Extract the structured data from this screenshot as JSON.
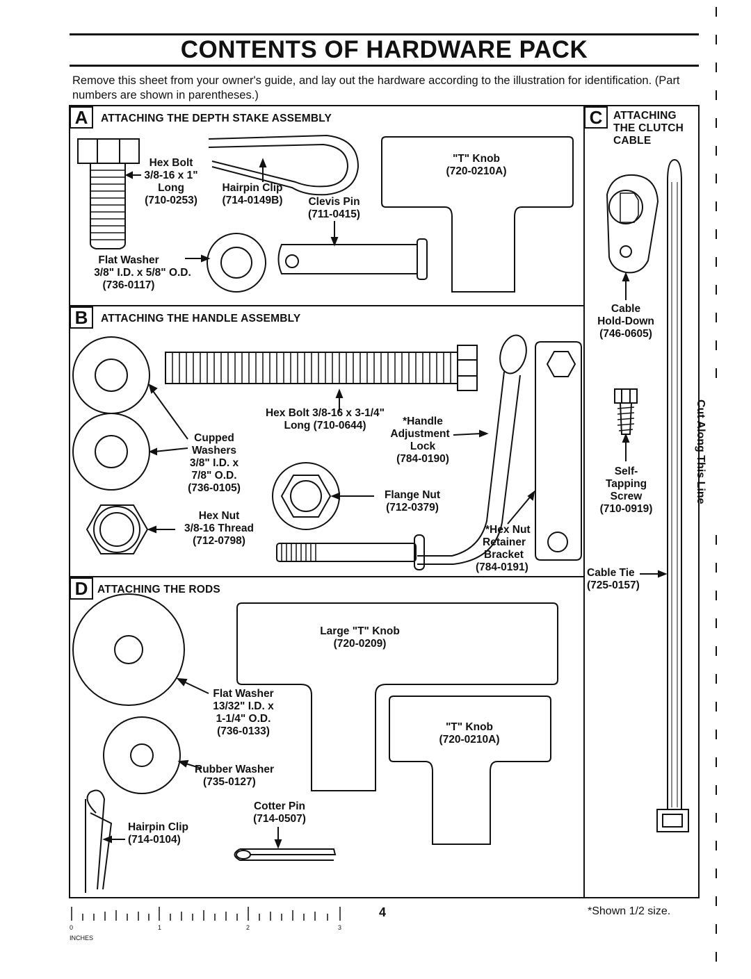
{
  "title": "CONTENTS OF HARDWARE PACK",
  "intro": "Remove this sheet from your owner's guide, and lay out the hardware according to the illustration for identification. (Part numbers are shown in parentheses.)",
  "sections": {
    "a": {
      "letter": "A",
      "heading": "ATTACHING THE DEPTH STAKE ASSEMBLY"
    },
    "b": {
      "letter": "B",
      "heading": "ATTACHING THE HANDLE ASSEMBLY"
    },
    "c": {
      "letter": "C",
      "heading_1": "ATTACHING",
      "heading_2": "THE CLUTCH",
      "heading_3": "CABLE"
    },
    "d": {
      "letter": "D",
      "heading": "ATTACHING THE RODS"
    }
  },
  "parts_a": {
    "hex_bolt": [
      "Hex Bolt",
      "3/8-16 x 1\"",
      "Long",
      "(710-0253)"
    ],
    "hairpin_clip": [
      "Hairpin Clip",
      "(714-0149B)"
    ],
    "clevis_pin": [
      "Clevis Pin",
      "(711-0415)"
    ],
    "t_knob": [
      "\"T\" Knob",
      "(720-0210A)"
    ],
    "flat_washer": [
      "Flat Washer",
      "3/8\" I.D. x 5/8\" O.D.",
      "(736-0117)"
    ]
  },
  "parts_b": {
    "hex_bolt": [
      "Hex Bolt 3/8-16 x 3-1/4\"",
      "Long (710-0644)"
    ],
    "handle_lock": [
      "*Handle",
      "Adjustment",
      "Lock",
      "(784-0190)"
    ],
    "cupped_washers": [
      "Cupped",
      "Washers",
      "3/8\" I.D. x",
      "7/8\" O.D.",
      "(736-0105)"
    ],
    "flange_nut": [
      "Flange Nut",
      "(712-0379)"
    ],
    "hex_nut": [
      "Hex Nut",
      "3/8-16 Thread",
      "(712-0798)"
    ],
    "retainer_bracket": [
      "*Hex Nut",
      "Retainer",
      "Bracket",
      "(784-0191)"
    ]
  },
  "parts_c": {
    "cable_holddown": [
      "Cable",
      "Hold-Down",
      "(746-0605)"
    ],
    "self_tapping_screw": [
      "Self-",
      "Tapping",
      "Screw",
      "(710-0919)"
    ],
    "cable_tie": [
      "Cable Tie",
      "(725-0157)"
    ]
  },
  "parts_d": {
    "large_t_knob": [
      "Large \"T\" Knob",
      "(720-0209)"
    ],
    "flat_washer": [
      "Flat Washer",
      "13/32\" I.D. x",
      "1-1/4\" O.D.",
      "(736-0133)"
    ],
    "t_knob": [
      "\"T\" Knob",
      "(720-0210A)"
    ],
    "rubber_washer": [
      "Rubber Washer",
      "(735-0127)"
    ],
    "cotter_pin": [
      "Cotter Pin",
      "(714-0507)"
    ],
    "hairpin_clip": [
      "Hairpin Clip",
      "(714-0104)"
    ]
  },
  "footer": {
    "page_number": "4",
    "scale_note": "*Shown 1/2 size.",
    "ruler_labels": [
      "0",
      "1",
      "2",
      "3"
    ],
    "ruler_unit": "INCHES",
    "cut_line": "Cut Along This Line"
  }
}
